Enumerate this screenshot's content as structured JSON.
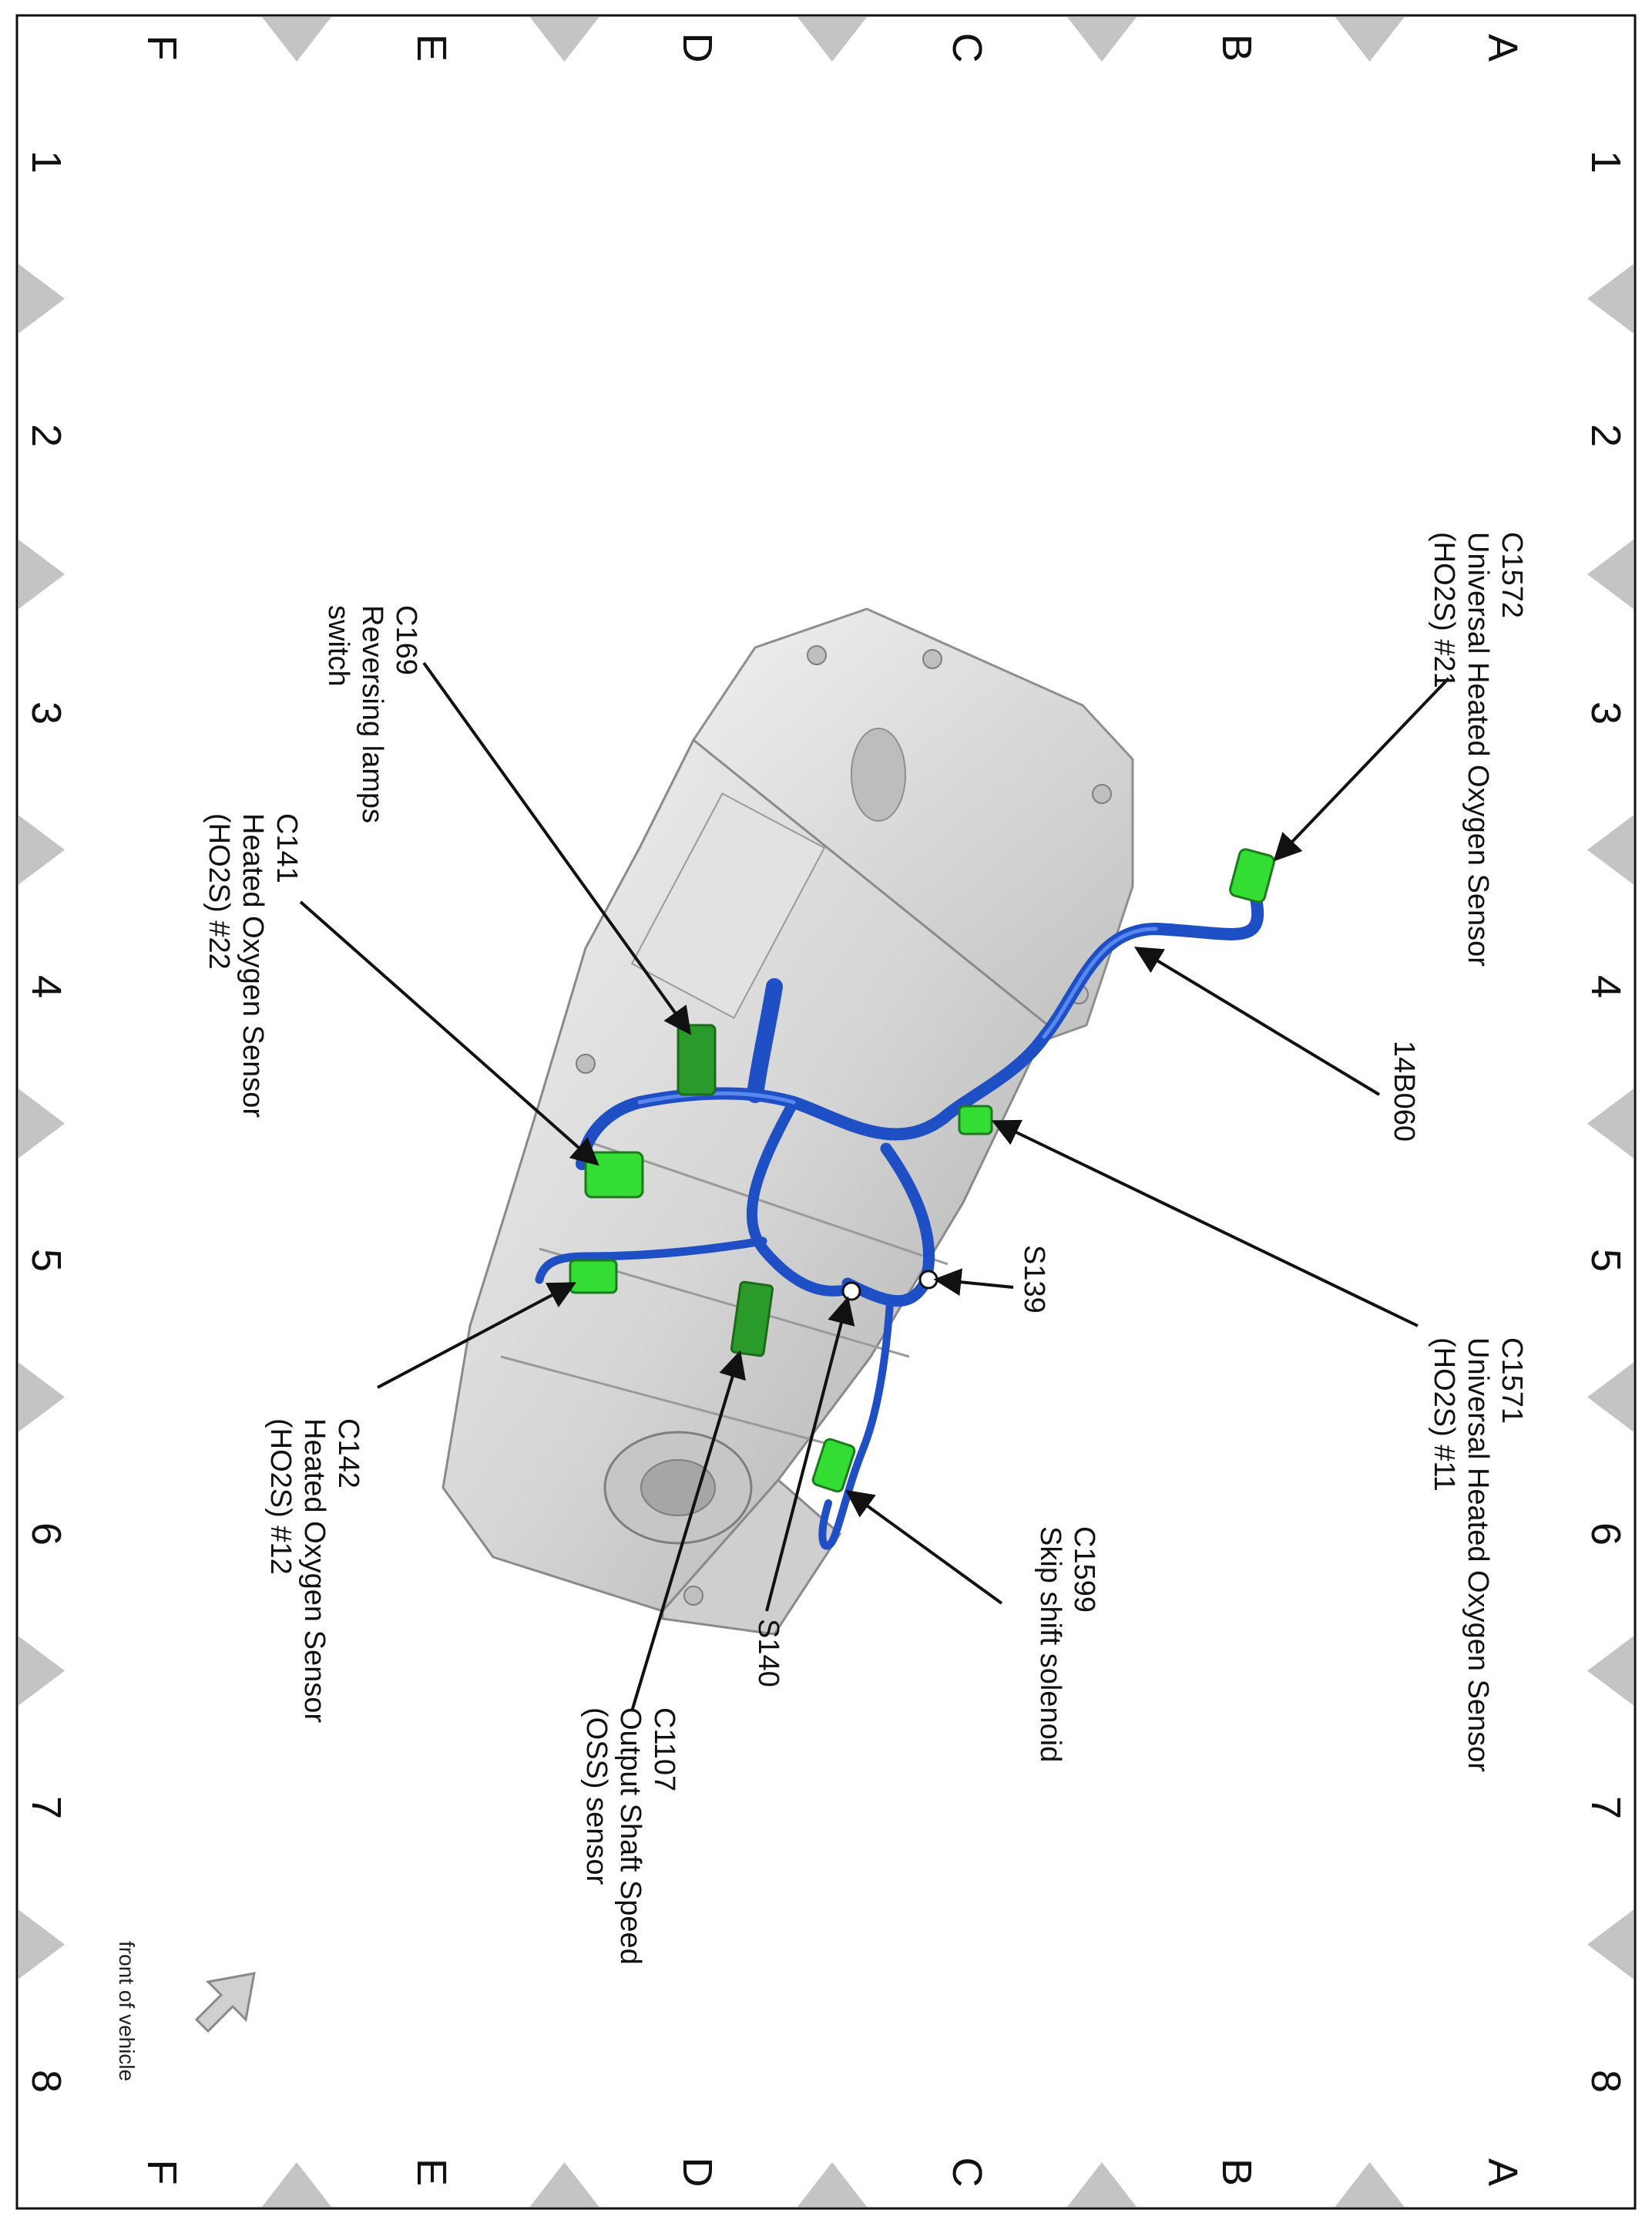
{
  "grid": {
    "letters": [
      "A",
      "B",
      "C",
      "D",
      "E",
      "F"
    ],
    "numbers": [
      "1",
      "2",
      "3",
      "4",
      "5",
      "6",
      "7",
      "8"
    ]
  },
  "callouts": {
    "c1572": {
      "lines": [
        "C1572",
        "Universal Heated Oxygen Sensor",
        "(HO2S) #21"
      ]
    },
    "c169": {
      "lines": [
        "C169",
        "Reversing lamps",
        "switch"
      ]
    },
    "c141": {
      "lines": [
        "C141",
        "Heated Oxygen Sensor",
        "(HO2S) #22"
      ]
    },
    "h14b060": {
      "lines": [
        "14B060"
      ]
    },
    "c1571": {
      "lines": [
        "C1571",
        "Universal Heated Oxygen Sensor",
        "(HO2S) #11"
      ]
    },
    "s139": {
      "lines": [
        "S139"
      ]
    },
    "c142": {
      "lines": [
        "C142",
        "Heated Oxygen Sensor",
        "(HO2S) #12"
      ]
    },
    "c1599": {
      "lines": [
        "C1599",
        "Skip shift solenoid"
      ]
    },
    "s140": {
      "lines": [
        "S140"
      ]
    },
    "c1107": {
      "lines": [
        "C1107",
        "Output Shaft Speed",
        "(OSS) sensor"
      ]
    }
  },
  "orientation": {
    "label": "front of vehicle"
  },
  "colors": {
    "harness": "#1f4fc4",
    "harness_highlight": "#5a86f0",
    "connector_green": "#33dd33",
    "connector_dark_green": "#2a9a2a",
    "housing": "#d9d9d9",
    "housing_shadow": "#a9a9a9",
    "grid_marker": "#c4c4c4"
  }
}
